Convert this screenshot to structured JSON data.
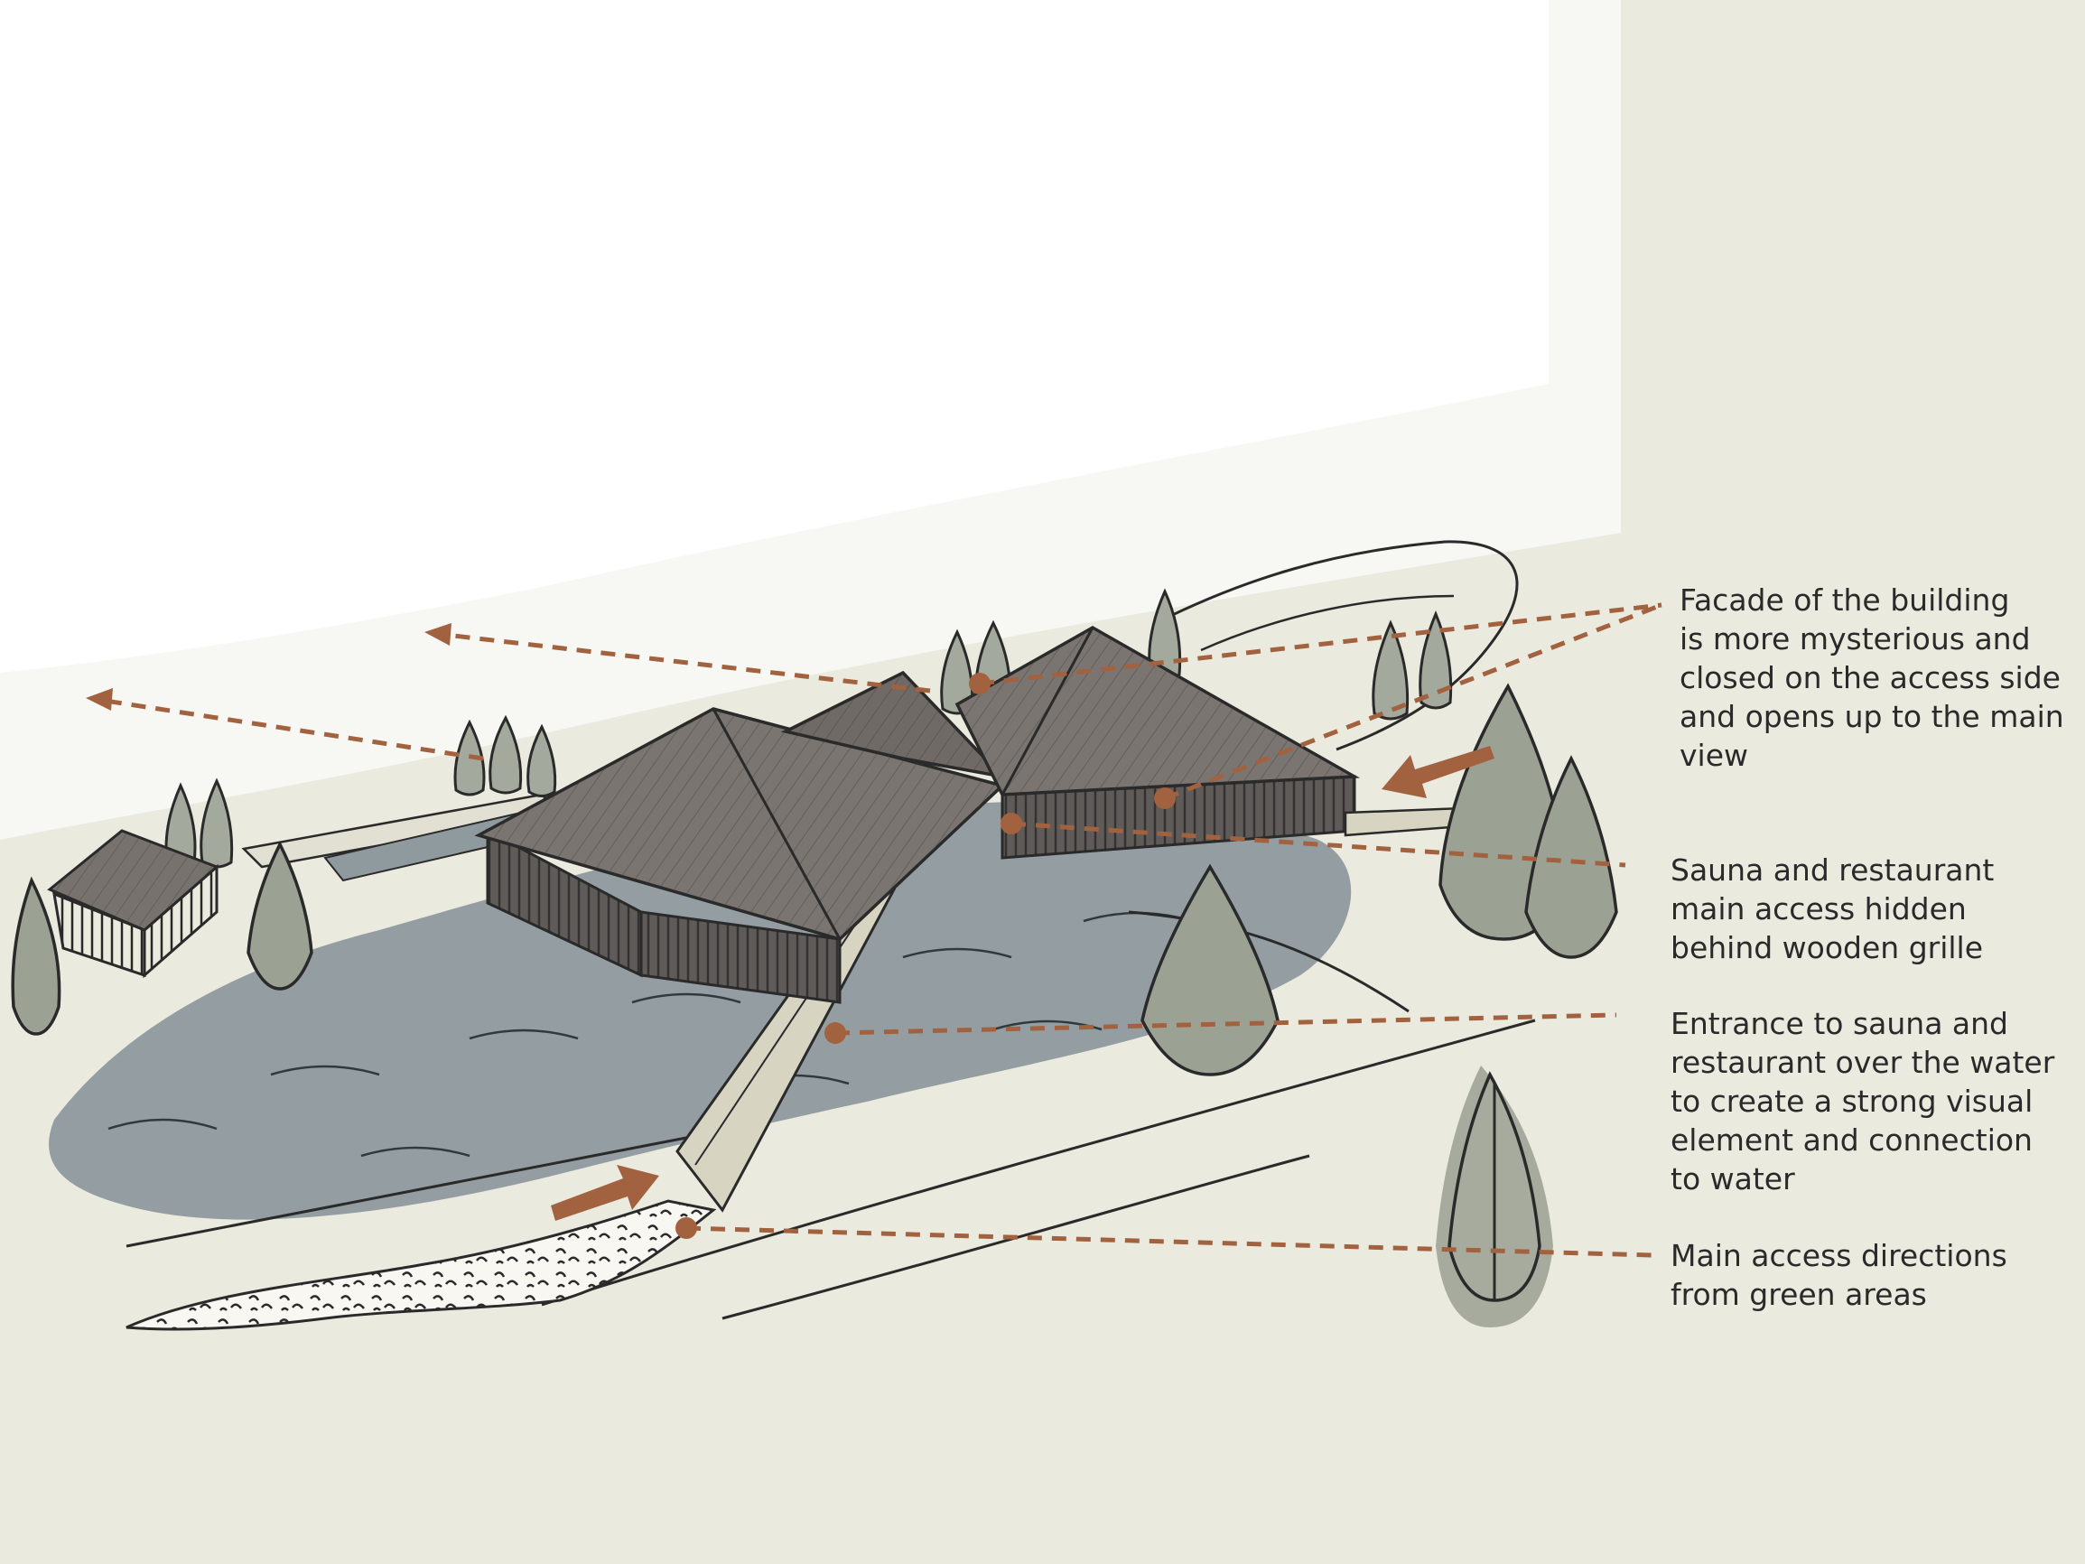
{
  "colors": {
    "background": "#ebeadf",
    "sky": "#fdfdfc",
    "water": "#8c979b",
    "roof": "#77726d",
    "facade": "#5e5b58",
    "ink": "#222222",
    "accent": "#a2623f",
    "tree": "#9ba294",
    "path": "#f8f7f2"
  },
  "annotations": [
    {
      "id": "facade",
      "lines": [
        "Facade of the building",
        "is more mysterious and",
        "closed on the access side",
        "and opens up to the main",
        "view"
      ]
    },
    {
      "id": "sauna-access",
      "lines": [
        "Sauna and restaurant",
        "main access hidden",
        "behind wooden grille"
      ]
    },
    {
      "id": "entrance-water",
      "lines": [
        "Entrance to sauna and",
        "restaurant over the water",
        "to create a strong visual",
        "element and connection",
        "to water"
      ]
    },
    {
      "id": "main-access",
      "lines": [
        "Main access directions",
        "from green areas"
      ]
    }
  ],
  "icons": [
    "dashed-leader-line",
    "access-arrow-icon",
    "marker-dot-icon",
    "tree-icon",
    "pavilion-roof-icon"
  ]
}
